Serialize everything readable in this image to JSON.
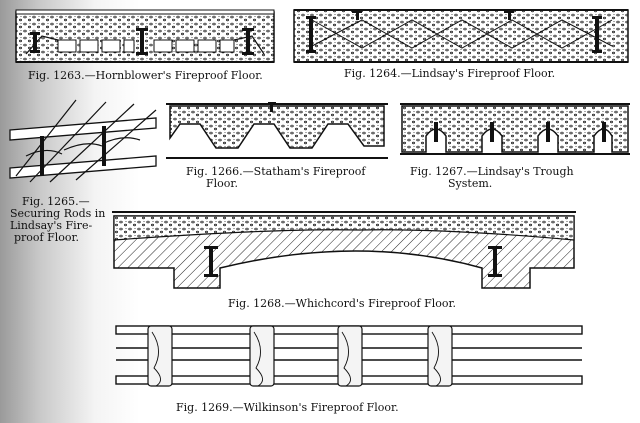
{
  "captions": {
    "fig1263": "Fig. 1263.—Hornblower's Fireproof Floor.",
    "fig1264": "Fig. 1264.—Lindsay's Fireproof Floor.",
    "fig1265_line1": "Fig. 1265.—",
    "fig1265_line2": "Securing Rods in",
    "fig1265_line3": "Lindsay's   Fire-",
    "fig1265_line4": "proof   Floor.",
    "fig1266_line1": "Fig. 1266.—Statham's Fireproof",
    "fig1266_line2": "Floor.",
    "fig1267_line1": "Fig. 1267.—Lindsay's Trough",
    "fig1267_line2": "System.",
    "fig1268": "Fig. 1268.—Whichcord's Fireproof Floor.",
    "fig1269": "Fig. 1269.—Wilkinson's Fireproof Floor."
  }
}
